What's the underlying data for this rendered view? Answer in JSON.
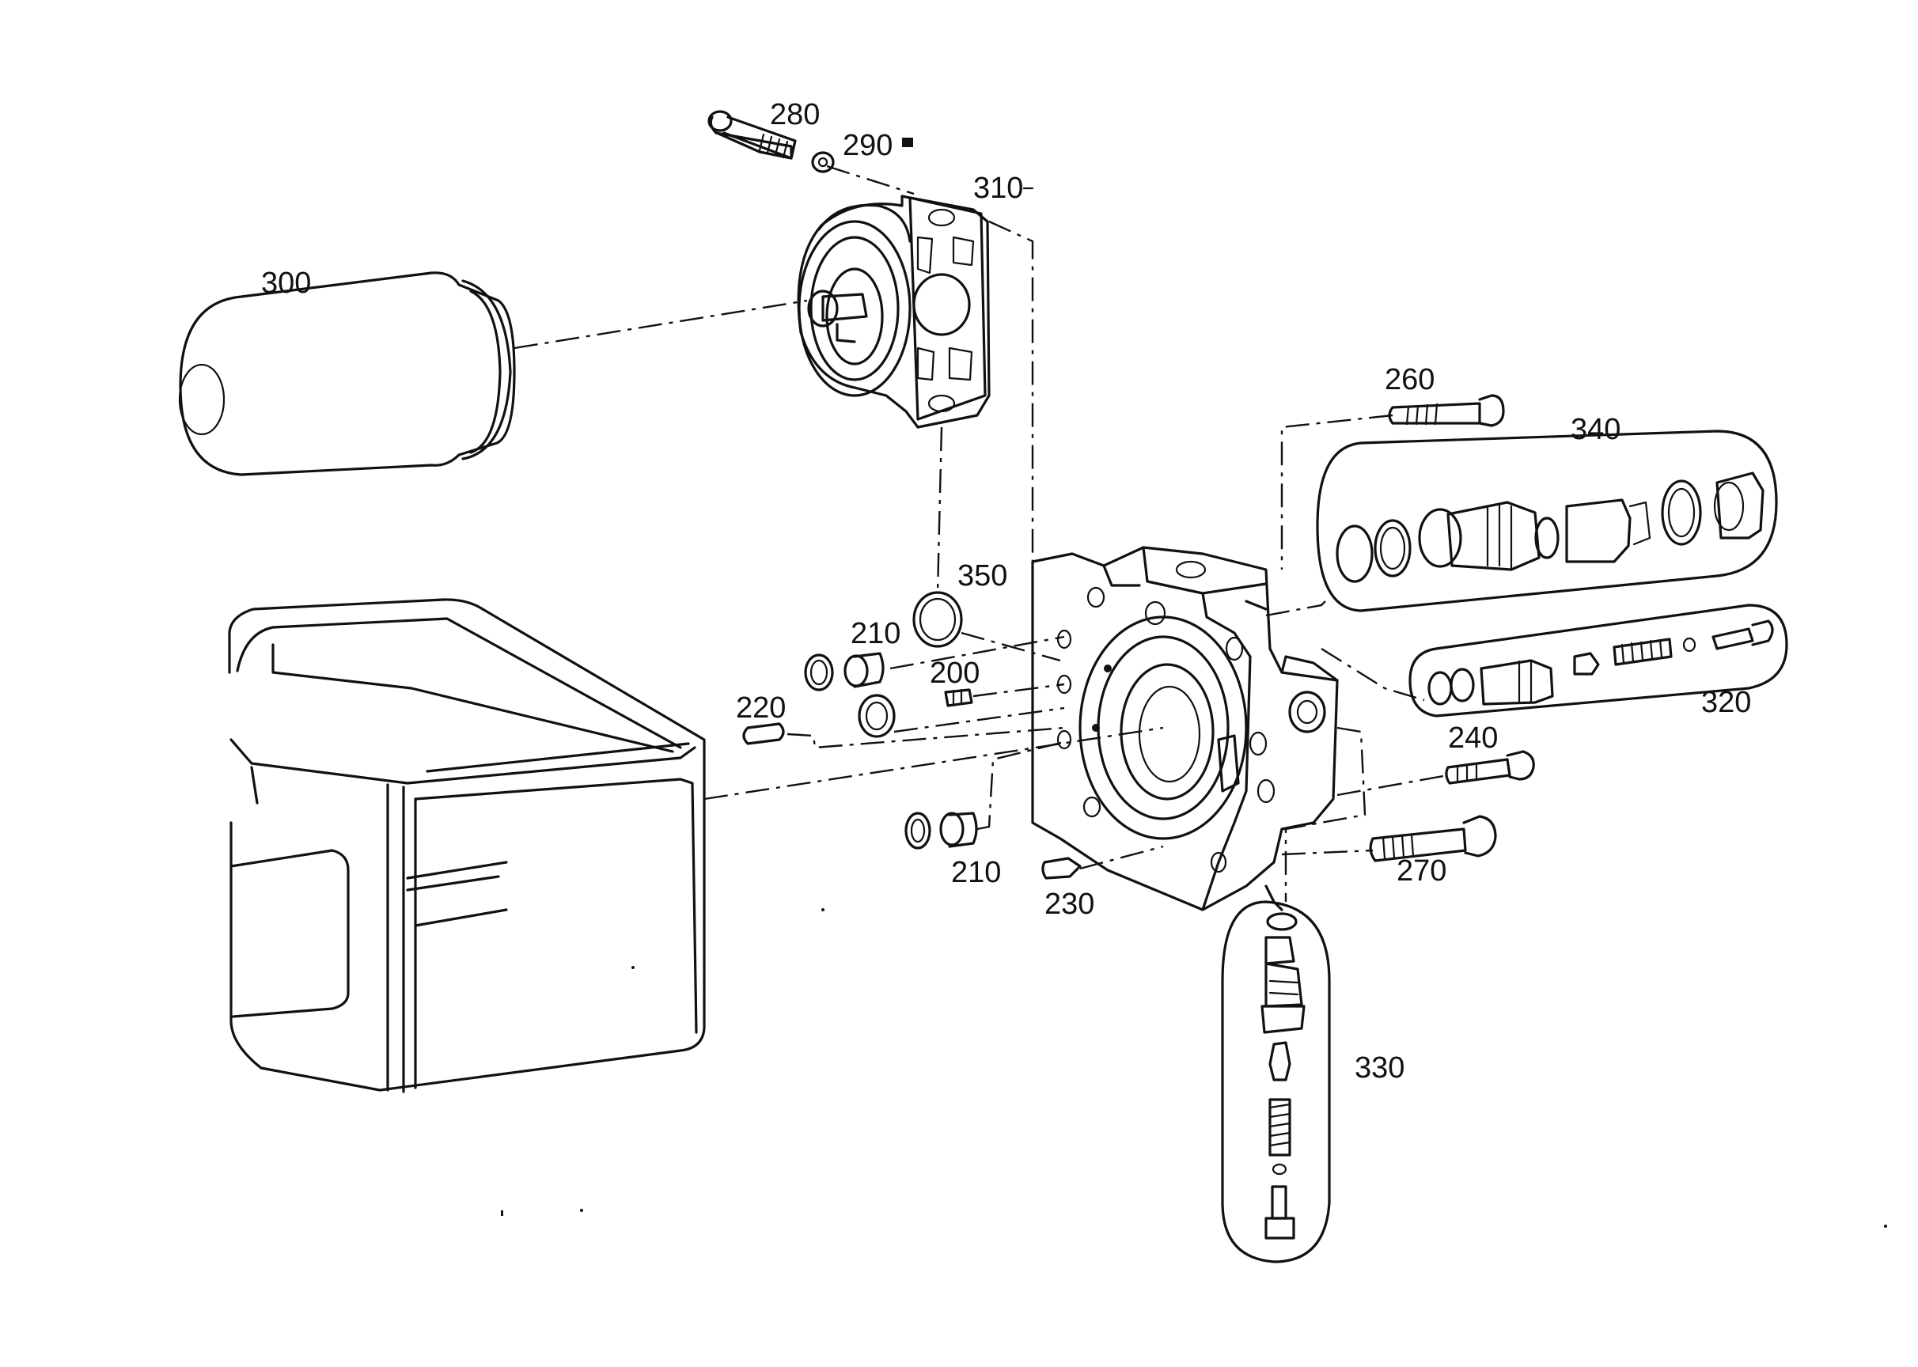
{
  "labels": {
    "p280": "280",
    "p290": "290",
    "p310": "310",
    "p300": "300",
    "p260": "260",
    "p340": "340",
    "p350": "350",
    "p210_top": "210",
    "p200": "200",
    "p220": "220",
    "p320": "320",
    "p240": "240",
    "p210_bottom": "210",
    "p270": "270",
    "p230": "230",
    "p330": "330"
  }
}
